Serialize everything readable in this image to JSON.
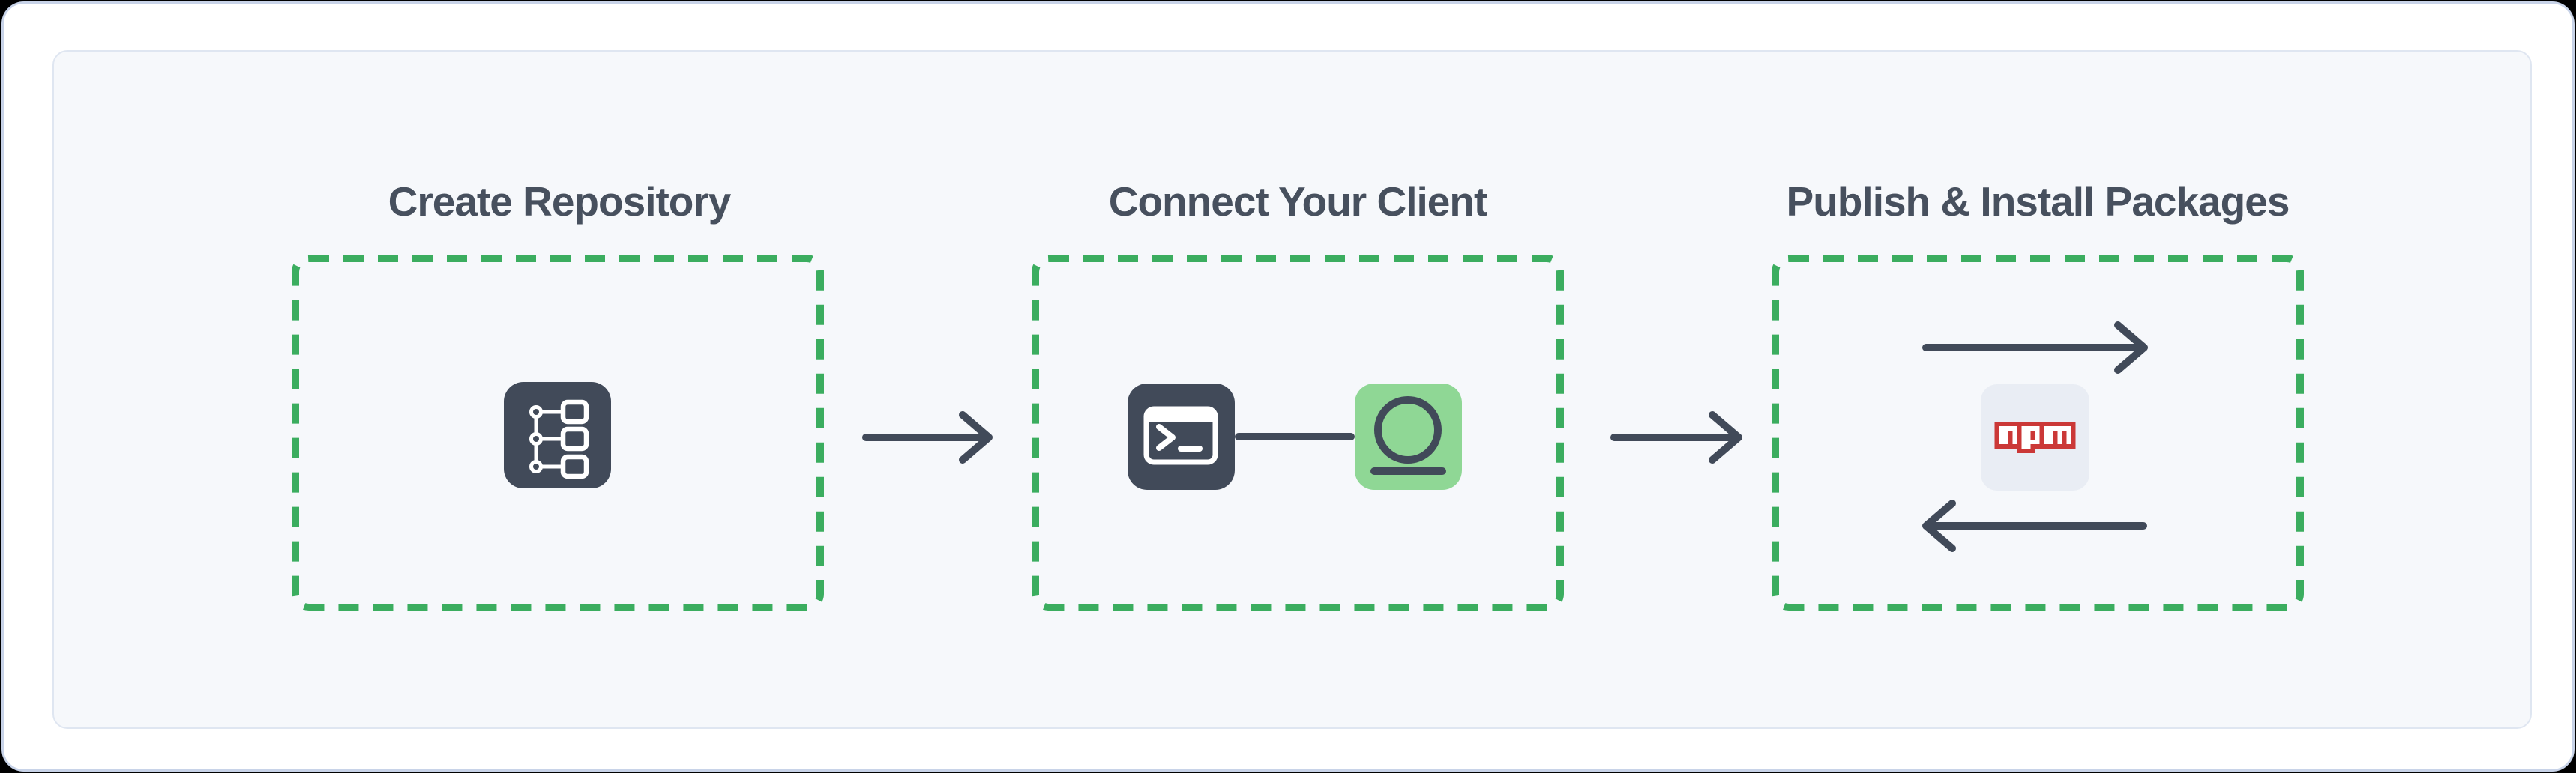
{
  "colors": {
    "page-bg": "#000000",
    "frame-bg": "#ffffff",
    "frame-border": "#c8d3e8",
    "card-bg": "#f6f8fb",
    "card-border": "#dfe6f1",
    "green": "#3bad5f",
    "green-light": "#8fd795",
    "ink": "#414a59",
    "title": "#47505e",
    "npm-red": "#cb3837",
    "chip-bg": "#e9edf4",
    "white": "#ffffff"
  },
  "steps": [
    {
      "title": "Create Repository",
      "icon": "repository-tree-icon"
    },
    {
      "title": "Connect Your Client",
      "icon": "terminal-and-client-icons"
    },
    {
      "title": "Publish & Install Packages",
      "icon": "npm-logo",
      "logo_text": "npm"
    }
  ]
}
